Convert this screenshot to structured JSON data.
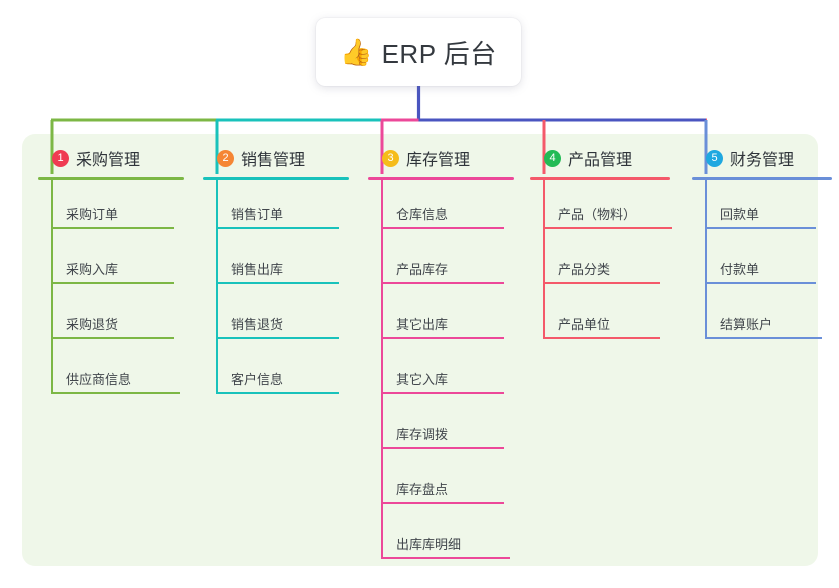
{
  "diagram": {
    "type": "mindmap",
    "root": {
      "icon": "thumbs-up-icon",
      "emoji": "👍",
      "title": "ERP 后台"
    },
    "panel_color": "#eff7e9",
    "root_stem_color": "#4a55c0",
    "branches": [
      {
        "index": "1",
        "title": "采购管理",
        "badge_color": "#ef3b52",
        "line_color": "#7cb745",
        "leaves": [
          "采购订单",
          "采购入库",
          "采购退货",
          "供应商信息"
        ]
      },
      {
        "index": "2",
        "title": "销售管理",
        "badge_color": "#f58634",
        "line_color": "#19c2bb",
        "leaves": [
          "销售订单",
          "销售出库",
          "销售退货",
          "客户信息"
        ]
      },
      {
        "index": "3",
        "title": "库存管理",
        "badge_color": "#f5bc1b",
        "line_color": "#ec4899",
        "leaves": [
          "仓库信息",
          "产品库存",
          "其它出库",
          "其它入库",
          "库存调拨",
          "库存盘点",
          "出库库明细"
        ]
      },
      {
        "index": "4",
        "title": "产品管理",
        "badge_color": "#22bb55",
        "line_color": "#f4596a",
        "leaves": [
          "产品（物料）",
          "产品分类",
          "产品单位"
        ]
      },
      {
        "index": "5",
        "title": "财务管理",
        "badge_color": "#1fa8e0",
        "line_color": "#6a8fd8",
        "leaves": [
          "回款单",
          "付款单",
          "结算账户"
        ]
      }
    ]
  }
}
